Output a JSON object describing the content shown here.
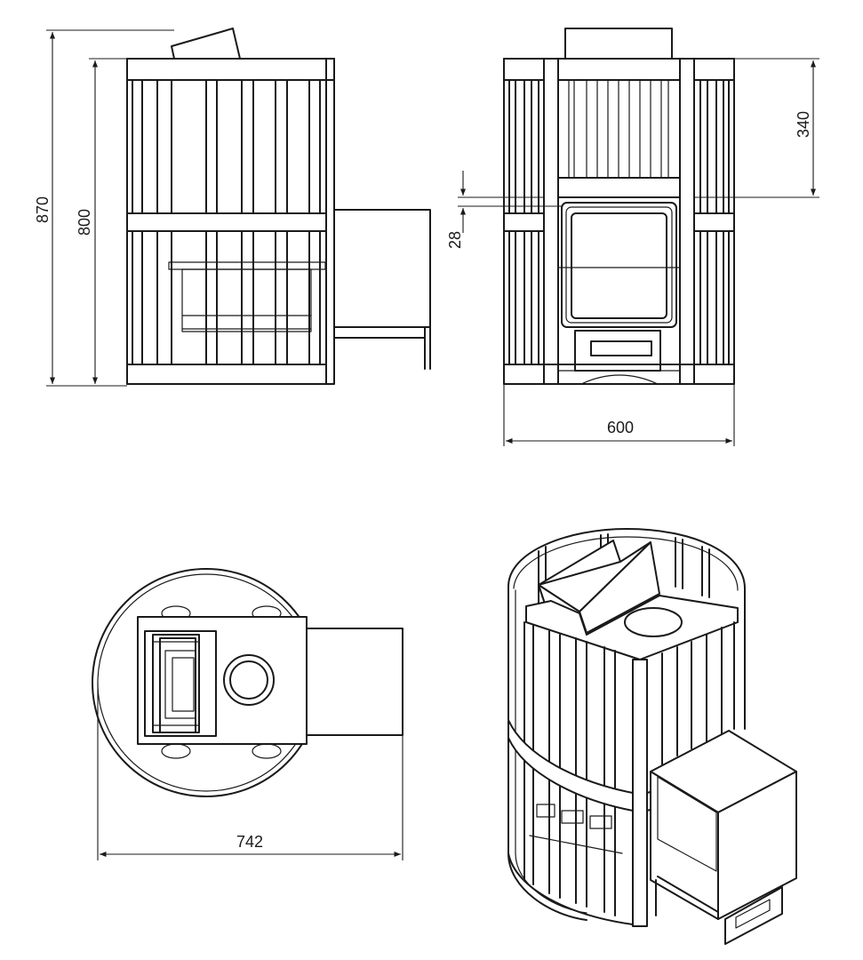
{
  "dimensions": {
    "overall_height": "870",
    "body_height": "800",
    "firebox_height": "340",
    "door_offset": "28",
    "width": "600",
    "depth": "742"
  },
  "views": [
    "side-view",
    "front-view",
    "top-view",
    "isometric-view"
  ],
  "colors": {
    "line": "#1a1a1a",
    "background": "#ffffff"
  }
}
